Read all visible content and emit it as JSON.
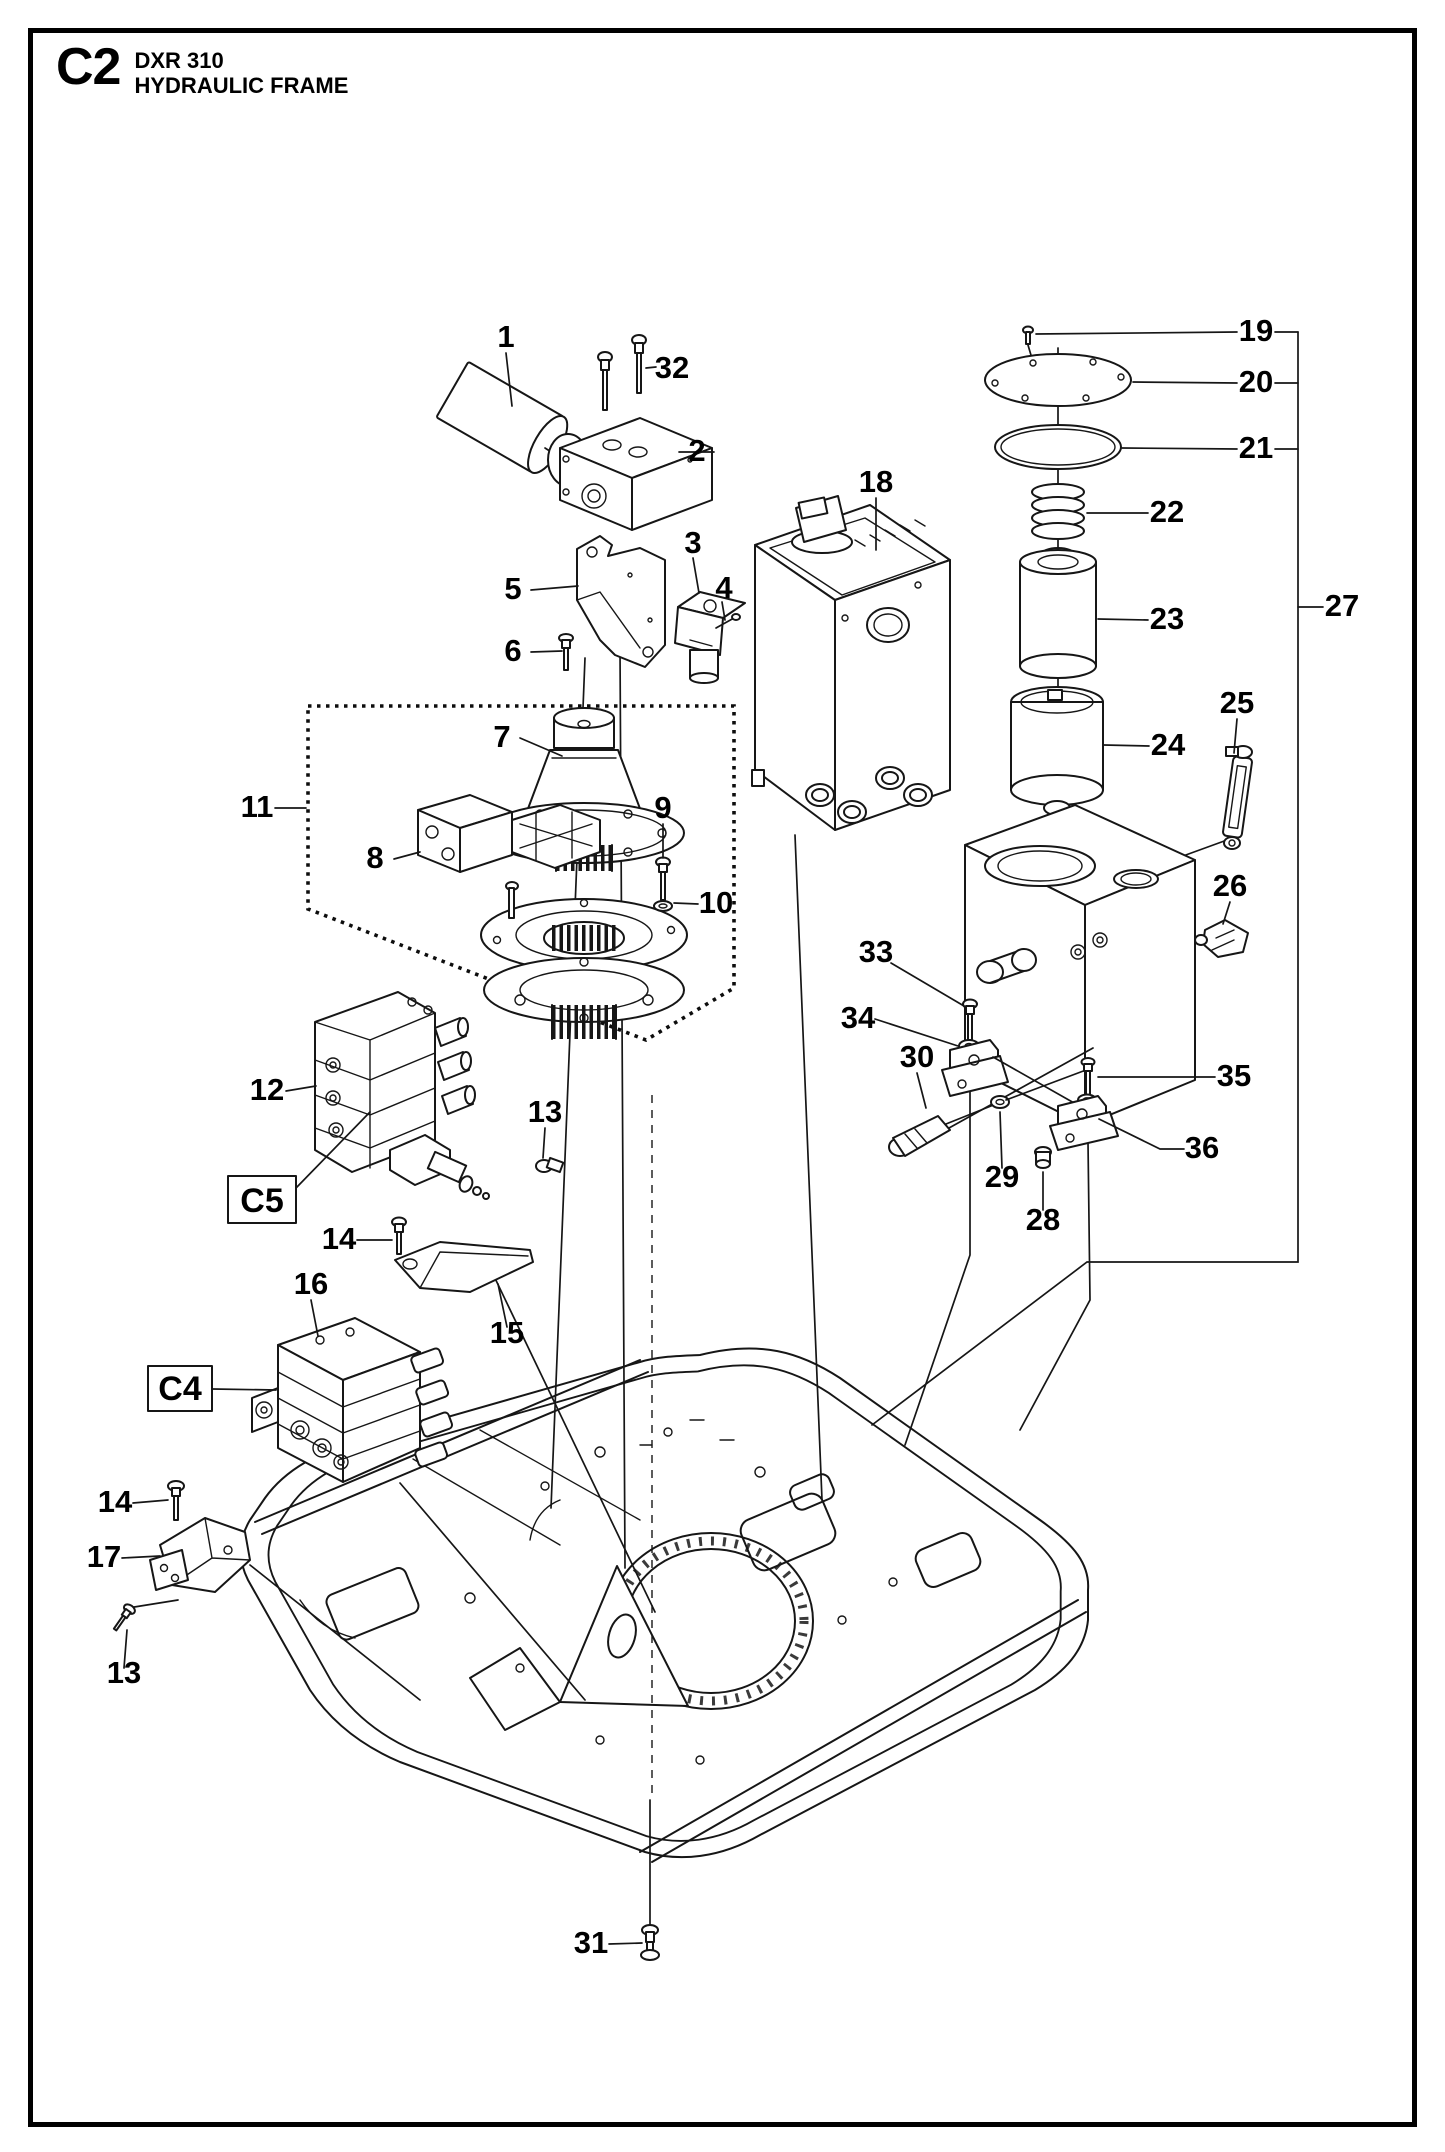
{
  "title": {
    "code": "C2",
    "model": "DXR 310",
    "sheet": "HYDRAULIC FRAME"
  },
  "ref_boxes": {
    "c5": "C5",
    "c4": "C4"
  },
  "callouts": {
    "p1": "1",
    "p2": "2",
    "p3": "3",
    "p4": "4",
    "p5": "5",
    "p6": "6",
    "p7": "7",
    "p8": "8",
    "p9": "9",
    "p10": "10",
    "p11": "11",
    "p12": "12",
    "p13a": "13",
    "p13b": "13",
    "p14a": "14",
    "p14b": "14",
    "p15": "15",
    "p16": "16",
    "p17": "17",
    "p18": "18",
    "p19": "19",
    "p20": "20",
    "p21": "21",
    "p22": "22",
    "p23": "23",
    "p24": "24",
    "p25": "25",
    "p26": "26",
    "p27": "27",
    "p28": "28",
    "p29": "29",
    "p30": "30",
    "p31": "31",
    "p32": "32",
    "p33": "33",
    "p34": "34",
    "p35": "35",
    "p36": "36"
  }
}
